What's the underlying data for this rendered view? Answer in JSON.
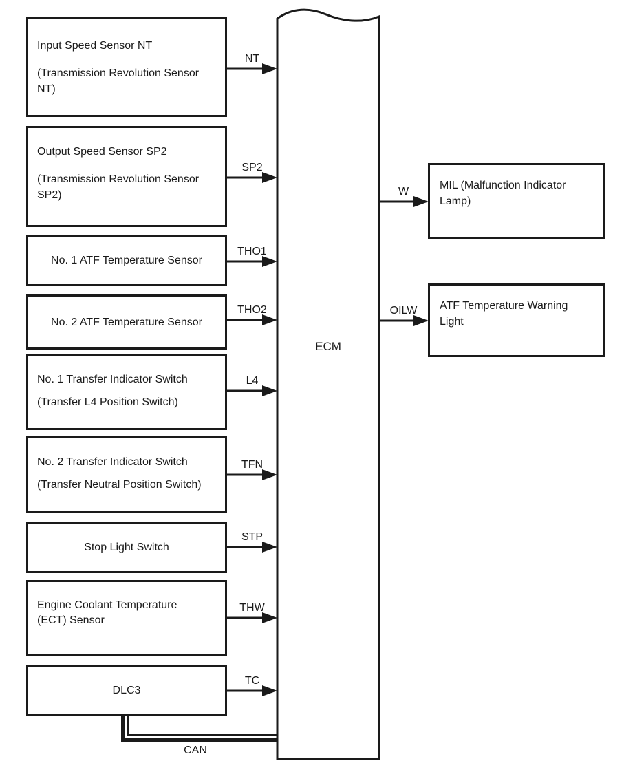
{
  "colors": {
    "ink": "#1a1a1a",
    "background": "#ffffff"
  },
  "diagram": {
    "ecm": {
      "label": "ECM"
    },
    "bus": {
      "label": "CAN"
    },
    "inputs": [
      {
        "signal": "NT",
        "paragraphs": [
          [
            "Input Speed Sensor NT"
          ],
          [
            "(Transmission Revolution Sensor",
            "NT)"
          ]
        ]
      },
      {
        "signal": "SP2",
        "paragraphs": [
          [
            "Output Speed Sensor SP2"
          ],
          [
            "(Transmission Revolution Sensor",
            "SP2)"
          ]
        ]
      },
      {
        "signal": "THO1",
        "paragraphs": [
          [
            "No. 1 ATF Temperature Sensor"
          ]
        ]
      },
      {
        "signal": "THO2",
        "paragraphs": [
          [
            "No. 2 ATF Temperature Sensor"
          ]
        ]
      },
      {
        "signal": "L4",
        "paragraphs": [
          [
            "No. 1 Transfer Indicator Switch"
          ],
          [
            "(Transfer L4 Position Switch)"
          ]
        ]
      },
      {
        "signal": "TFN",
        "paragraphs": [
          [
            "No. 2 Transfer Indicator Switch"
          ],
          [
            "(Transfer Neutral Position Switch)"
          ]
        ]
      },
      {
        "signal": "STP",
        "paragraphs": [
          [
            "Stop Light Switch"
          ]
        ]
      },
      {
        "signal": "THW",
        "paragraphs": [
          [
            "Engine Coolant Temperature",
            "(ECT) Sensor"
          ]
        ]
      },
      {
        "signal": "TC",
        "paragraphs": [
          [
            "DLC3"
          ]
        ]
      }
    ],
    "outputs": [
      {
        "signal": "W",
        "paragraphs": [
          [
            "MIL (Malfunction Indicator",
            "Lamp)"
          ]
        ]
      },
      {
        "signal": "OILW",
        "paragraphs": [
          [
            "ATF Temperature Warning",
            "Light"
          ]
        ]
      }
    ]
  }
}
